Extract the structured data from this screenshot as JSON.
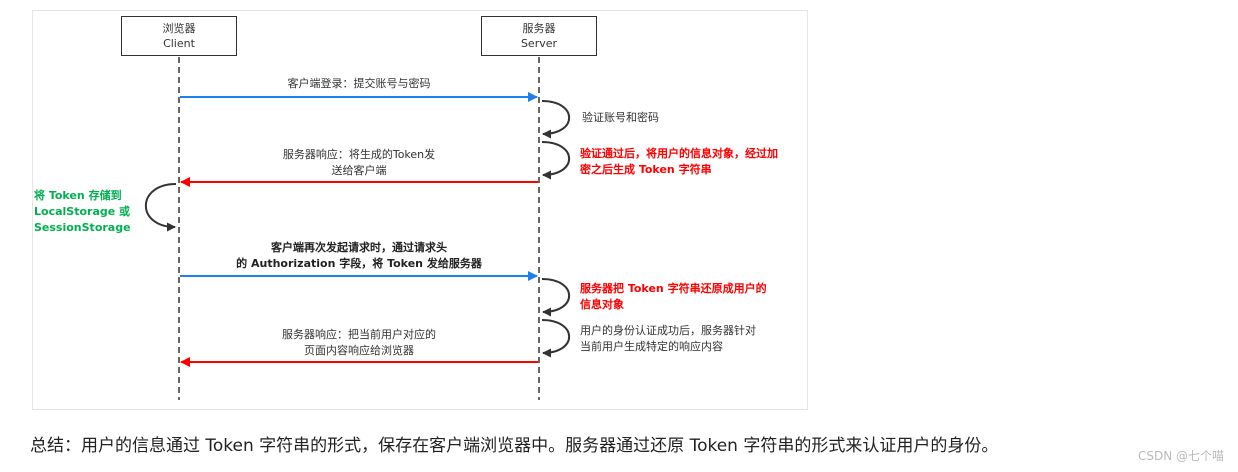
{
  "actors": {
    "client": {
      "name": "浏览器",
      "sub": "Client"
    },
    "server": {
      "name": "服务器",
      "sub": "Server"
    }
  },
  "messages": {
    "login": "客户端登录：提交账号与密码",
    "verify": "验证账号和密码",
    "token_gen_1": "验证通过后，将用户的信息对象，经过加",
    "token_gen_2": "密之后生成 Token 字符串",
    "resp1_1": "服务器响应：将生成的Token发",
    "resp1_2": "送给客户端",
    "store_1": "将 Token 存储到",
    "store_2": "LocalStorage 或",
    "store_3": "SessionStorage",
    "request_1": "客户端再次发起请求时，通过请求头",
    "request_2": "的 Authorization 字段，将 Token 发给服务器",
    "restore_1": "服务器把 Token 字符串还原成用户的",
    "restore_2": "信息对象",
    "auth_1": "用户的身份认证成功后，服务器针对",
    "auth_2": "当前用户生成特定的响应内容",
    "resp2_1": "服务器响应：把当前用户对应的",
    "resp2_2": "页面内容响应给浏览器"
  },
  "summary": "总结：用户的信息通过 Token 字符串的形式，保存在客户端浏览器中。服务器通过还原 Token 字符串的形式来认证用户的身份。",
  "watermark": "CSDN @七个喵",
  "colors": {
    "request": "#1e7ff0",
    "response": "#ff0000",
    "lifeline": "#333333",
    "highlight_red": "#ff0000",
    "highlight_green": "#00b050"
  }
}
